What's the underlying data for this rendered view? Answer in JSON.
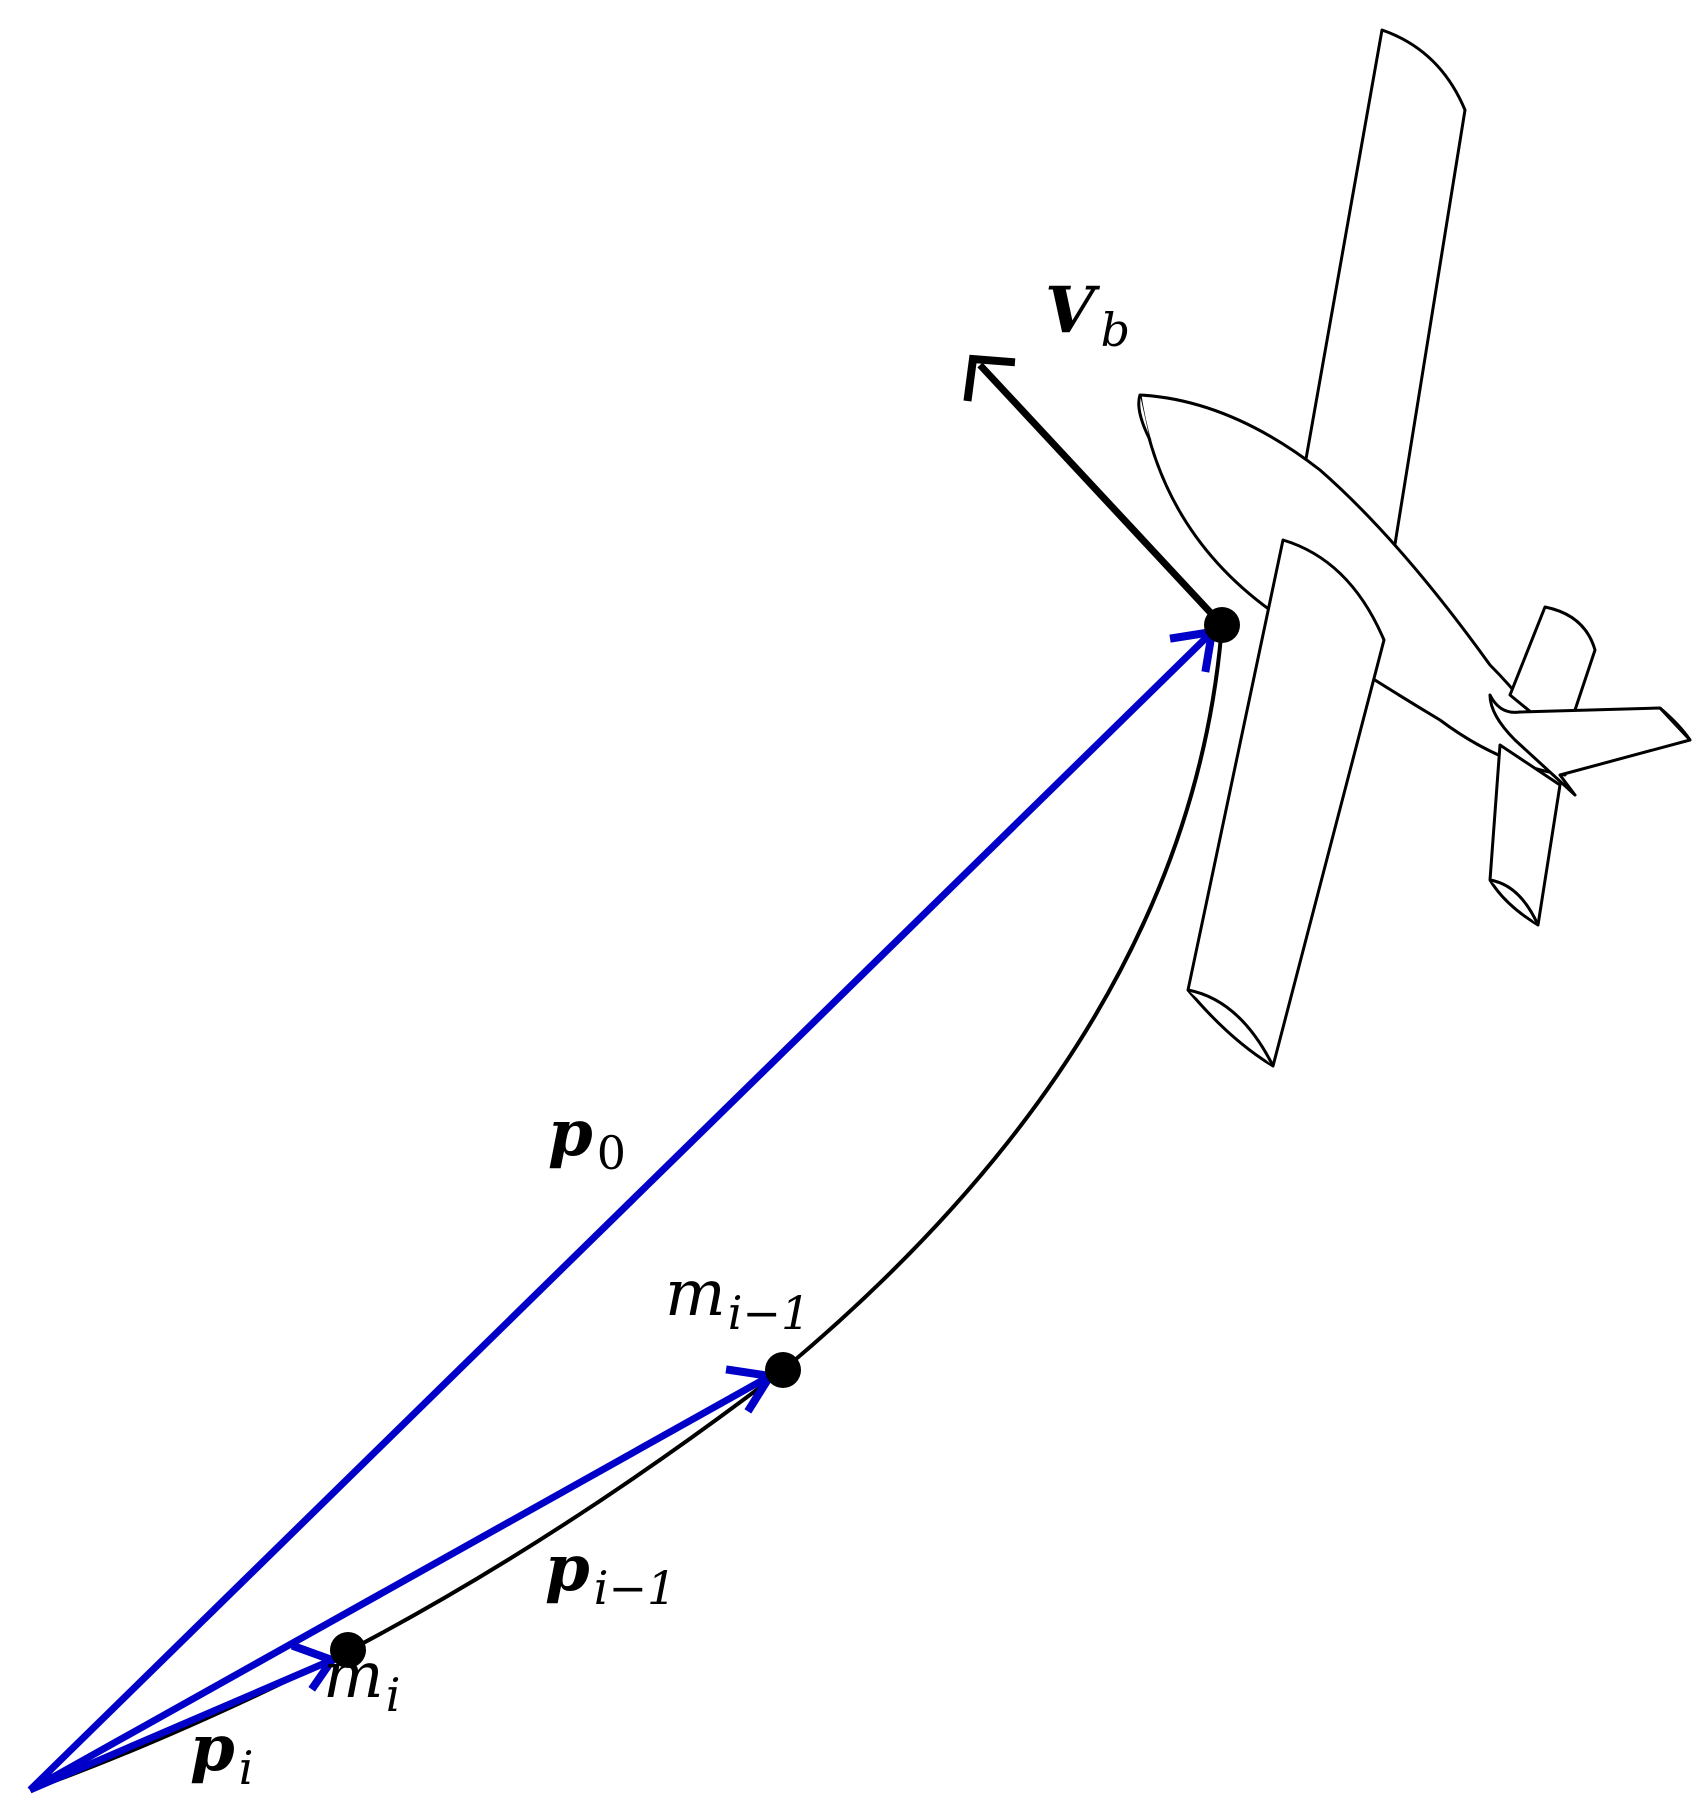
{
  "colors": {
    "position_vector": "#0000c8",
    "tether": "#000000",
    "velocity_vector": "#000000",
    "mass_point": "#000000"
  },
  "labels": {
    "velocity": {
      "main": "V",
      "sub": "b"
    },
    "p0": {
      "main": "p",
      "sub": "0"
    },
    "p_i_minus_1": {
      "main": "p",
      "sub": "i−1"
    },
    "p_i": {
      "main": "p",
      "sub": "i"
    },
    "m_i_minus_1": {
      "main": "m",
      "sub": "i−1"
    },
    "m_i": {
      "main": "m",
      "sub": "i"
    }
  }
}
